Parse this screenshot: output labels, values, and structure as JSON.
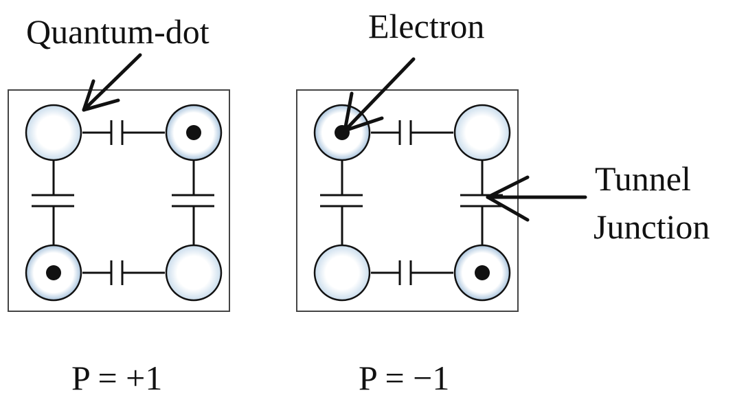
{
  "labels": {
    "quantum_dot": "Quantum-dot",
    "electron": "Electron",
    "tunnel_line1": "Tunnel",
    "tunnel_line2": "Junction"
  },
  "cells": [
    {
      "polarization_label": "P = +1",
      "electrons": {
        "top-left": false,
        "top-right": true,
        "bottom-left": true,
        "bottom-right": false
      }
    },
    {
      "polarization_label": "P = −1",
      "electrons": {
        "top-left": true,
        "top-right": false,
        "bottom-left": false,
        "bottom-right": true
      }
    }
  ],
  "colors": {
    "ink": "#111111",
    "frame": "#444444",
    "dot_glow": "#a9c4dd"
  }
}
